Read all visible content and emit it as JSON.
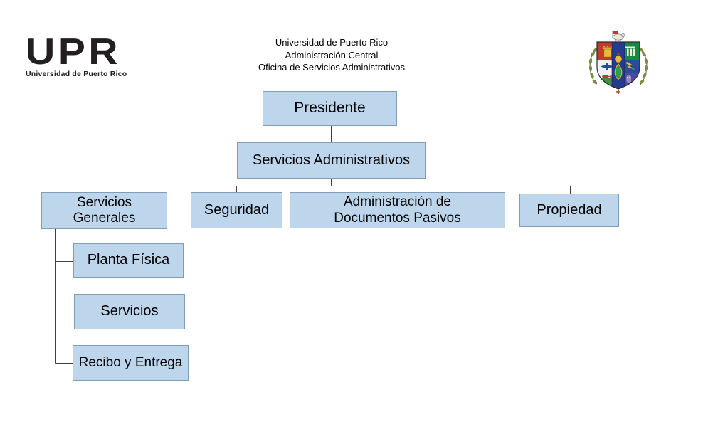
{
  "header": {
    "logo": {
      "acronym": "UPR",
      "tagline": "Universidad de Puerto Rico"
    },
    "title_lines": [
      "Universidad de Puerto Rico",
      "Administración Central",
      "Oficina de Servicios Administrativos"
    ],
    "seal": "upr-coat-of-arms"
  },
  "org": {
    "presidente": {
      "label": "Presidente"
    },
    "servicios_administrativos": {
      "label": "Servicios Administrativos",
      "reports_to": "presidente"
    },
    "servicios_generales": {
      "line1": "Servicios",
      "line2": "Generales",
      "reports_to": "servicios_administrativos"
    },
    "seguridad": {
      "label": "Seguridad",
      "reports_to": "servicios_administrativos"
    },
    "administracion_documentos_pasivos": {
      "line1": "Administración de",
      "line2": "Documentos Pasivos",
      "reports_to": "servicios_administrativos"
    },
    "propiedad": {
      "label": "Propiedad",
      "reports_to": "servicios_administrativos"
    },
    "planta_fisica": {
      "label": "Planta Física",
      "reports_to": "servicios_generales"
    },
    "servicios": {
      "label": "Servicios",
      "reports_to": "servicios_generales"
    },
    "recibo_y_entrega": {
      "label": "Recibo y Entrega",
      "reports_to": "servicios_generales"
    }
  },
  "colors": {
    "background": "#ffffff",
    "box_fill": "#bdd6ec",
    "box_border": "#7f9cb8",
    "connector": "#3f3f3f",
    "text": "#1f1f1f",
    "logo_color": "#231f20"
  }
}
